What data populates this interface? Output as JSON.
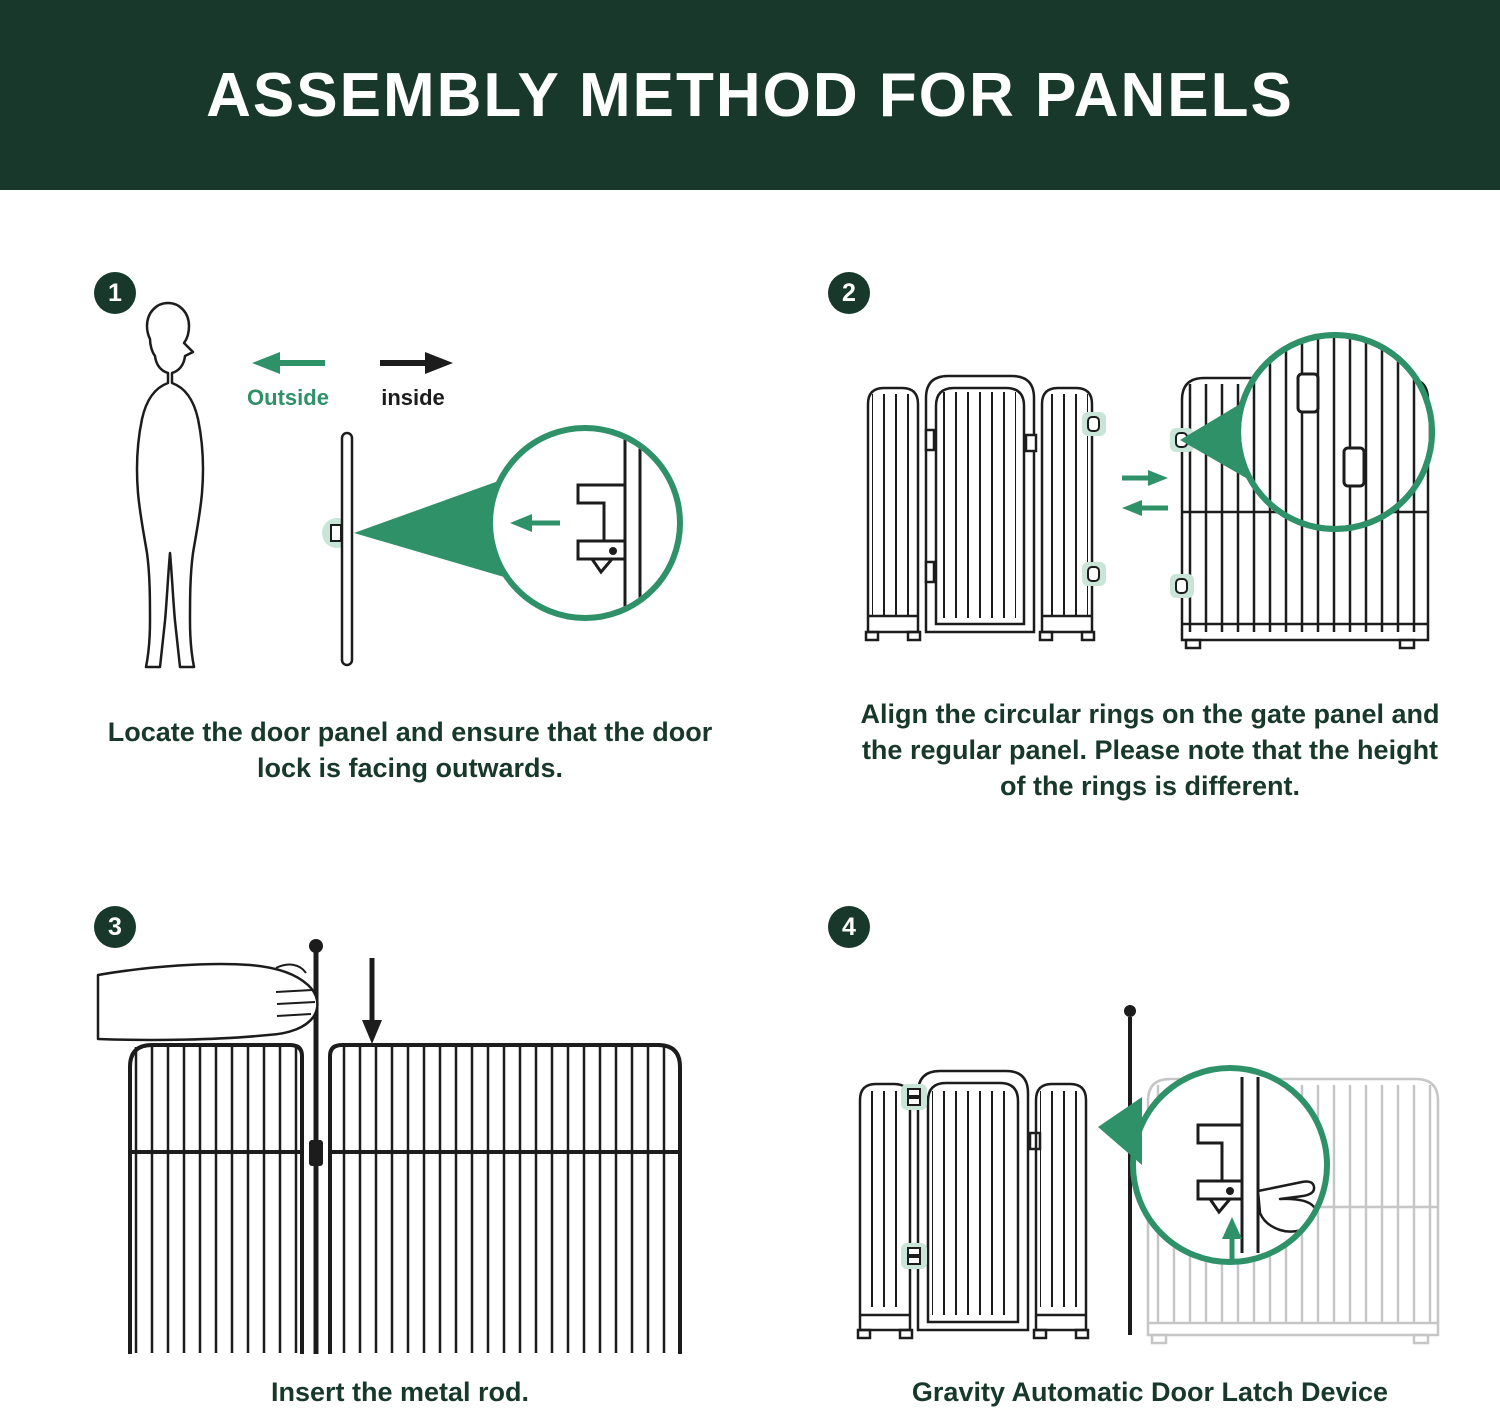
{
  "header": {
    "title": "ASSEMBLY METHOD FOR PANELS"
  },
  "steps": [
    {
      "number": "1",
      "labels": {
        "outside": "Outside",
        "inside": "inside"
      },
      "caption": "Locate the door panel and ensure that the door lock is facing outwards."
    },
    {
      "number": "2",
      "caption": "Align the circular rings on the gate panel and the regular panel. Please note that the height of the rings is different."
    },
    {
      "number": "3",
      "caption": "Insert the metal rod."
    },
    {
      "number": "4",
      "caption": "Gravity Automatic Door Latch Device"
    }
  ],
  "colors": {
    "header_bg": "#17382B",
    "accent": "#2E9168",
    "accent_light": "#C9E5D7",
    "ink": "#1C1C1C",
    "caption_text": "#17382B",
    "faded_panel": "#C6C6C6"
  }
}
